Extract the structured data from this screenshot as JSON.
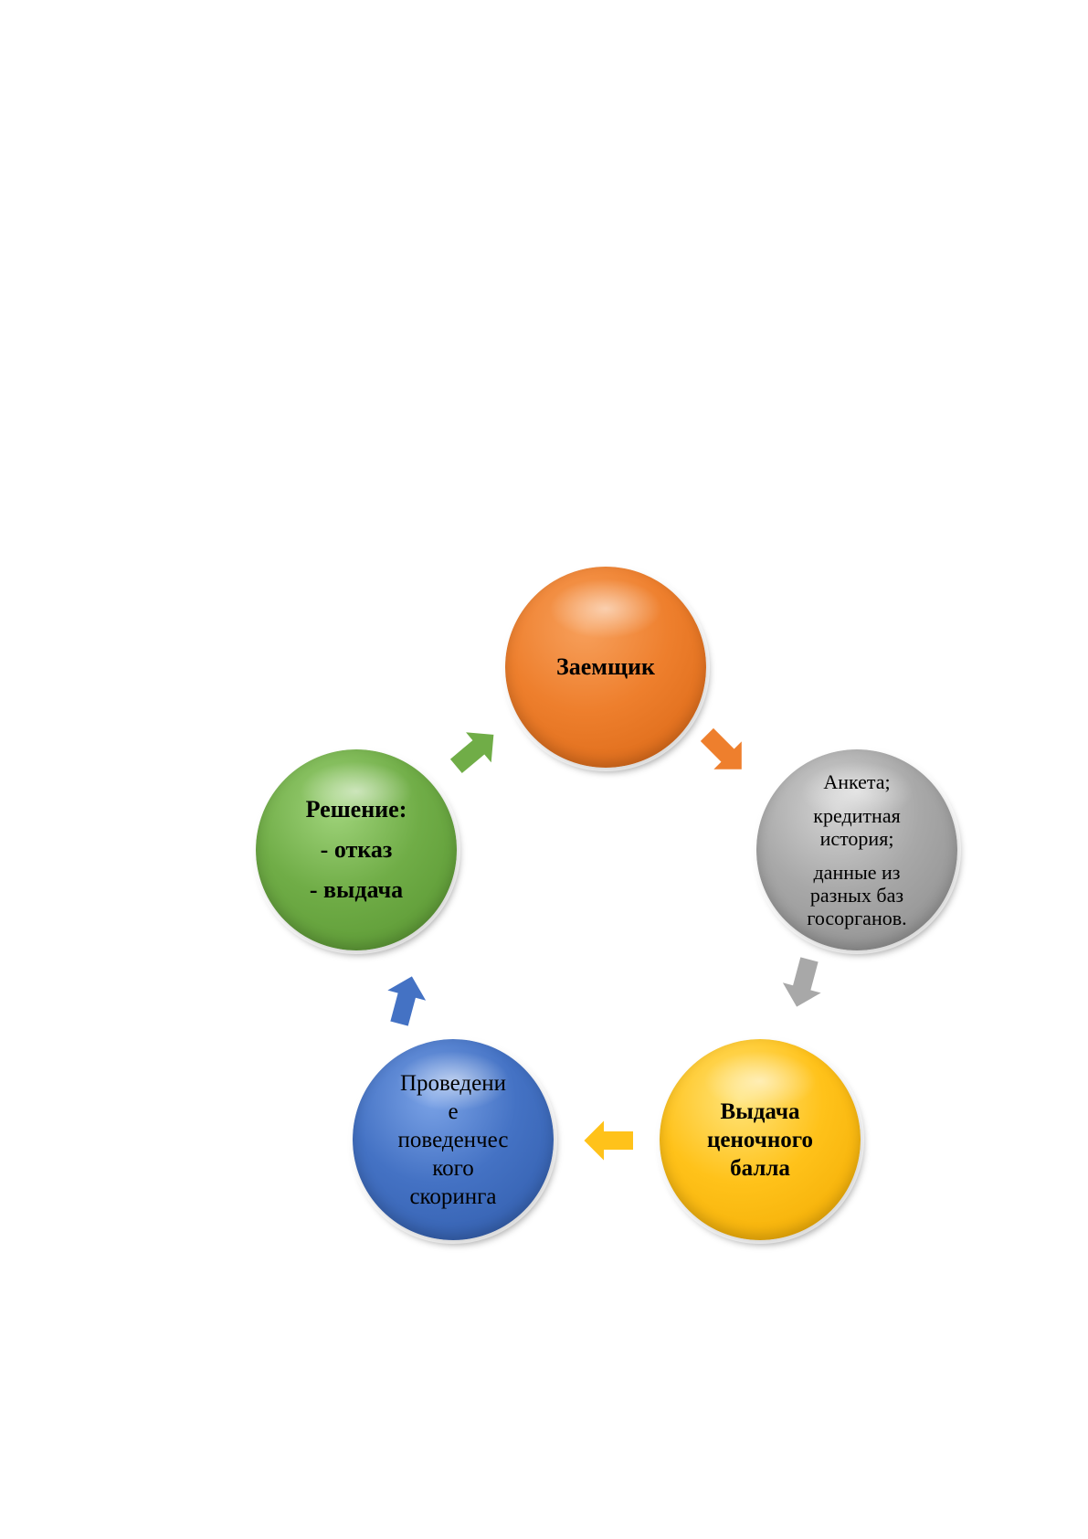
{
  "nodes": {
    "borrower": {
      "label": "Заемщик",
      "color": "#ee7f2d"
    },
    "data_sources": {
      "lines": [
        "Анкета;",
        "кредитная",
        "история;",
        "данные из",
        "разных баз",
        "госорганов."
      ],
      "color": "#a8a8a8"
    },
    "score": {
      "lines": [
        "Выдача",
        "ценочного",
        "балла"
      ],
      "color": "#ffc21a"
    },
    "behavioral": {
      "lines": [
        "Проведени",
        "е",
        "поведенчес",
        "кого",
        "скоринга"
      ],
      "color": "#4472c4"
    },
    "decision": {
      "title": "Решение:",
      "option_1": "- отказ",
      "option_2": "- выдача",
      "color": "#70ad47"
    }
  },
  "arrows": {
    "orange": "#ee7f2d",
    "gray": "#a8a8a8",
    "yellow": "#ffc21a",
    "blue": "#4472c4",
    "green": "#70ad47"
  }
}
